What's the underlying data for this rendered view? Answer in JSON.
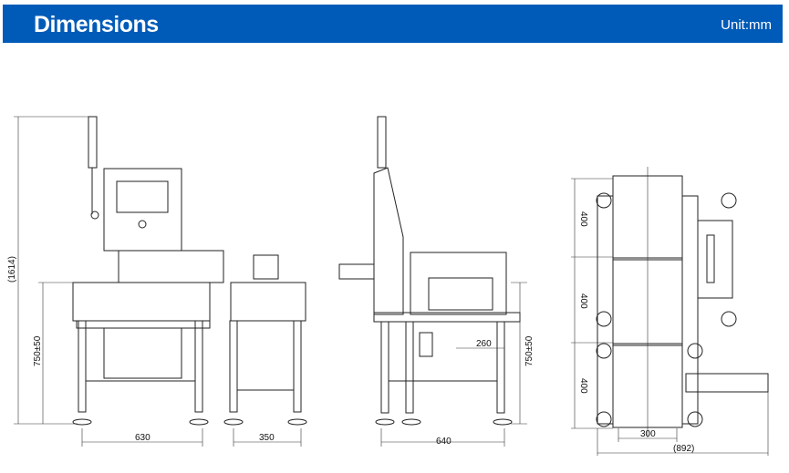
{
  "header": {
    "title": "Dimensions",
    "unit": "Unit:mm",
    "background": "#005bb8"
  },
  "front_view": {
    "total_height": "(1614)",
    "conveyor_height": "750±50",
    "width_main": "630",
    "width_side": "350"
  },
  "side_view": {
    "depth": "640",
    "belt_offset": "260",
    "conveyor_height": "750±50"
  },
  "top_view": {
    "section_1": "400",
    "section_2": "400",
    "section_3": "400",
    "belt_width": "300",
    "total_width": "(892)"
  }
}
